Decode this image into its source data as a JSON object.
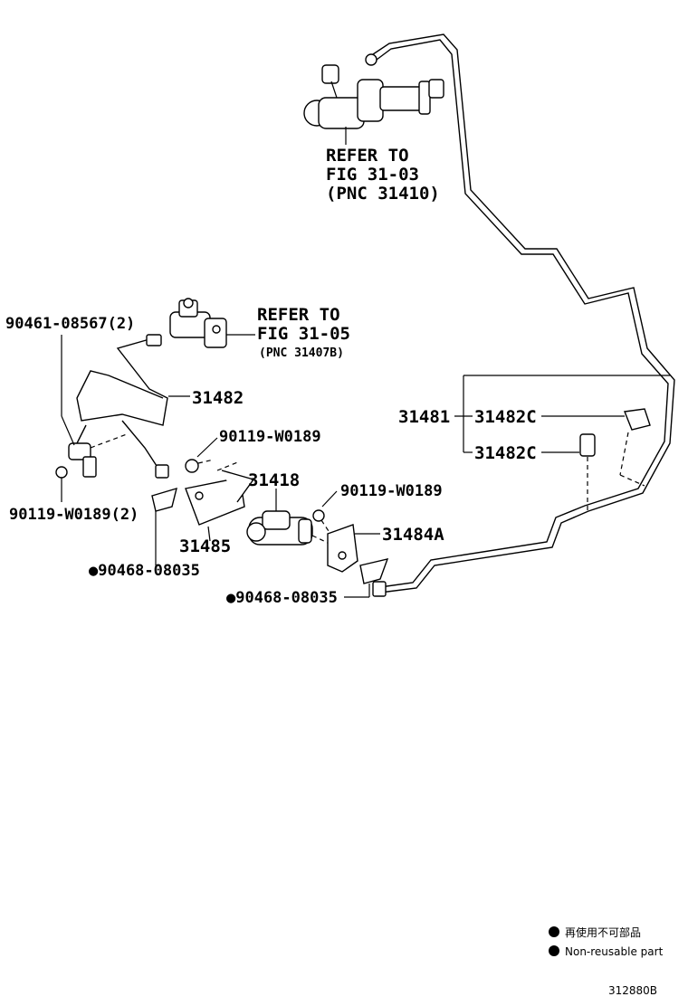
{
  "labels": {
    "refer_master": [
      "REFER TO",
      "FIG 31-03",
      "(PNC 31410)"
    ],
    "refer_valve": [
      "REFER TO",
      "FIG 31-05",
      "(PNC 31407B)"
    ],
    "p90461": "90461-08567(2)",
    "p31482": "31482",
    "p90119_a": "90119-W0189",
    "p90119_b": "90119-W0189",
    "p90119_c": "90119-W0189(2)",
    "p31418": "31418",
    "p31485": "31485",
    "p90468_a": "●90468-08035",
    "p90468_b": "●90468-08035",
    "p31484a": "31484A",
    "p31481": "31481",
    "p31482c_a": "31482C",
    "p31482c_b": "31482C"
  },
  "legend": {
    "jp": "再使用不可部品",
    "en": "Non-reusable part"
  },
  "figure_code": "312880B"
}
